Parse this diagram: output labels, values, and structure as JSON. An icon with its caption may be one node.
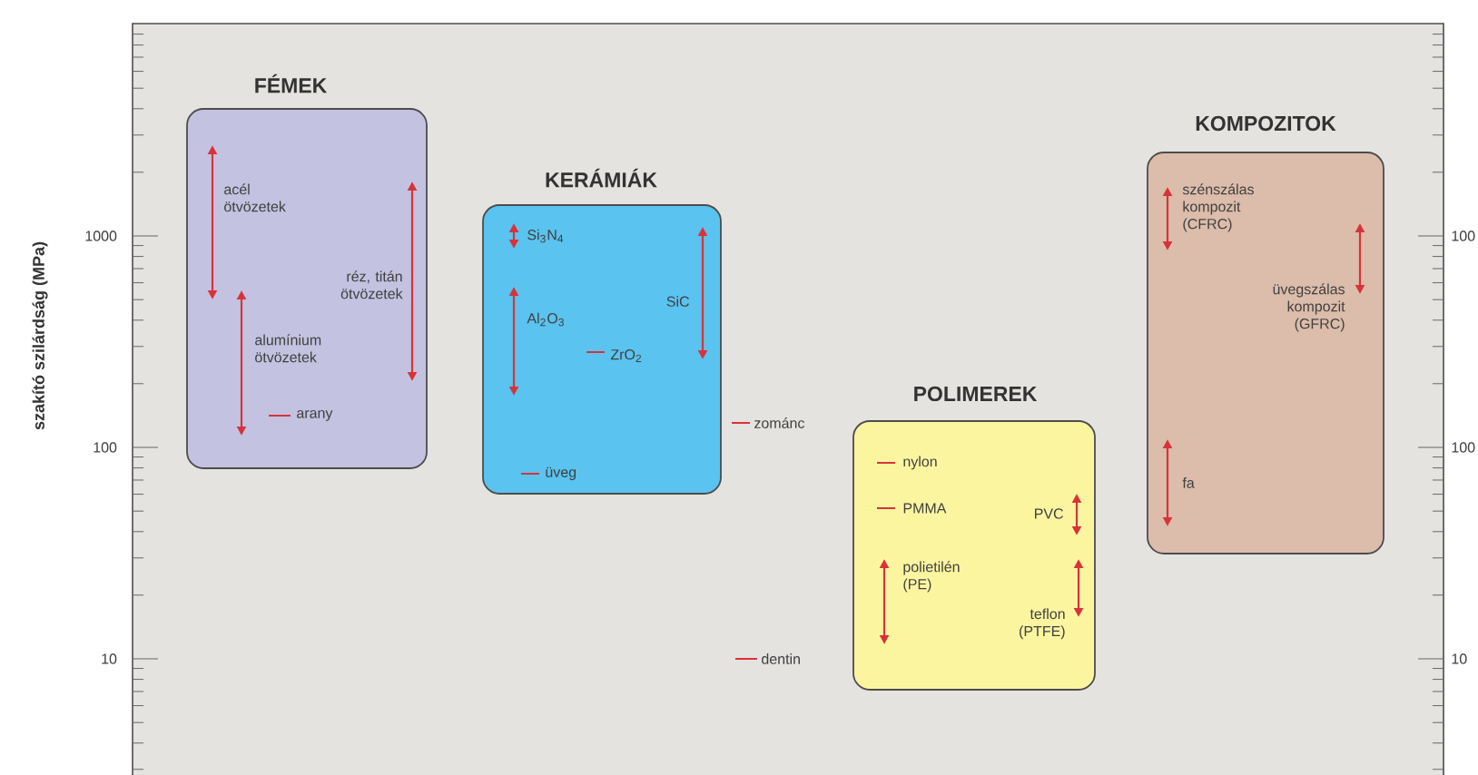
{
  "diagram": {
    "nodes": [
      {
        "text": [
          "FÉMEK",
          "acél ötvözetek",
          "réz, titán ötvözetek",
          "alumínium ötvözetek",
          "arany"
        ]
      },
      {
        "text": [
          "KERÁMIÁK",
          "Si$_{3}$N$_{4}$",
          "Al$_{2}$O$_{3}$",
          "ZrO$_{2}$",
          "SiC",
          "üveg"
        ]
      },
      {
        "text": [
          "POLIMEREK",
          "nylon",
          "PMMA",
          "PVC",
          "polietilén (PE)",
          "teflon (PTFE)"
        ]
      },
      {
        "text": [
          "KOMPOZITOK",
          "szénszálas kompozit (CFRC)",
          "üvegszálas kompozit (GFRC)",
          "fa"
        ]
      }
    ],
    "labels": [
      "szakító szilárdság (MPa)",
      "1000",
      "100",
      "10",
      "zománc",
      "dentin",
      "100",
      "100",
      "10"
    ]
  }
}
